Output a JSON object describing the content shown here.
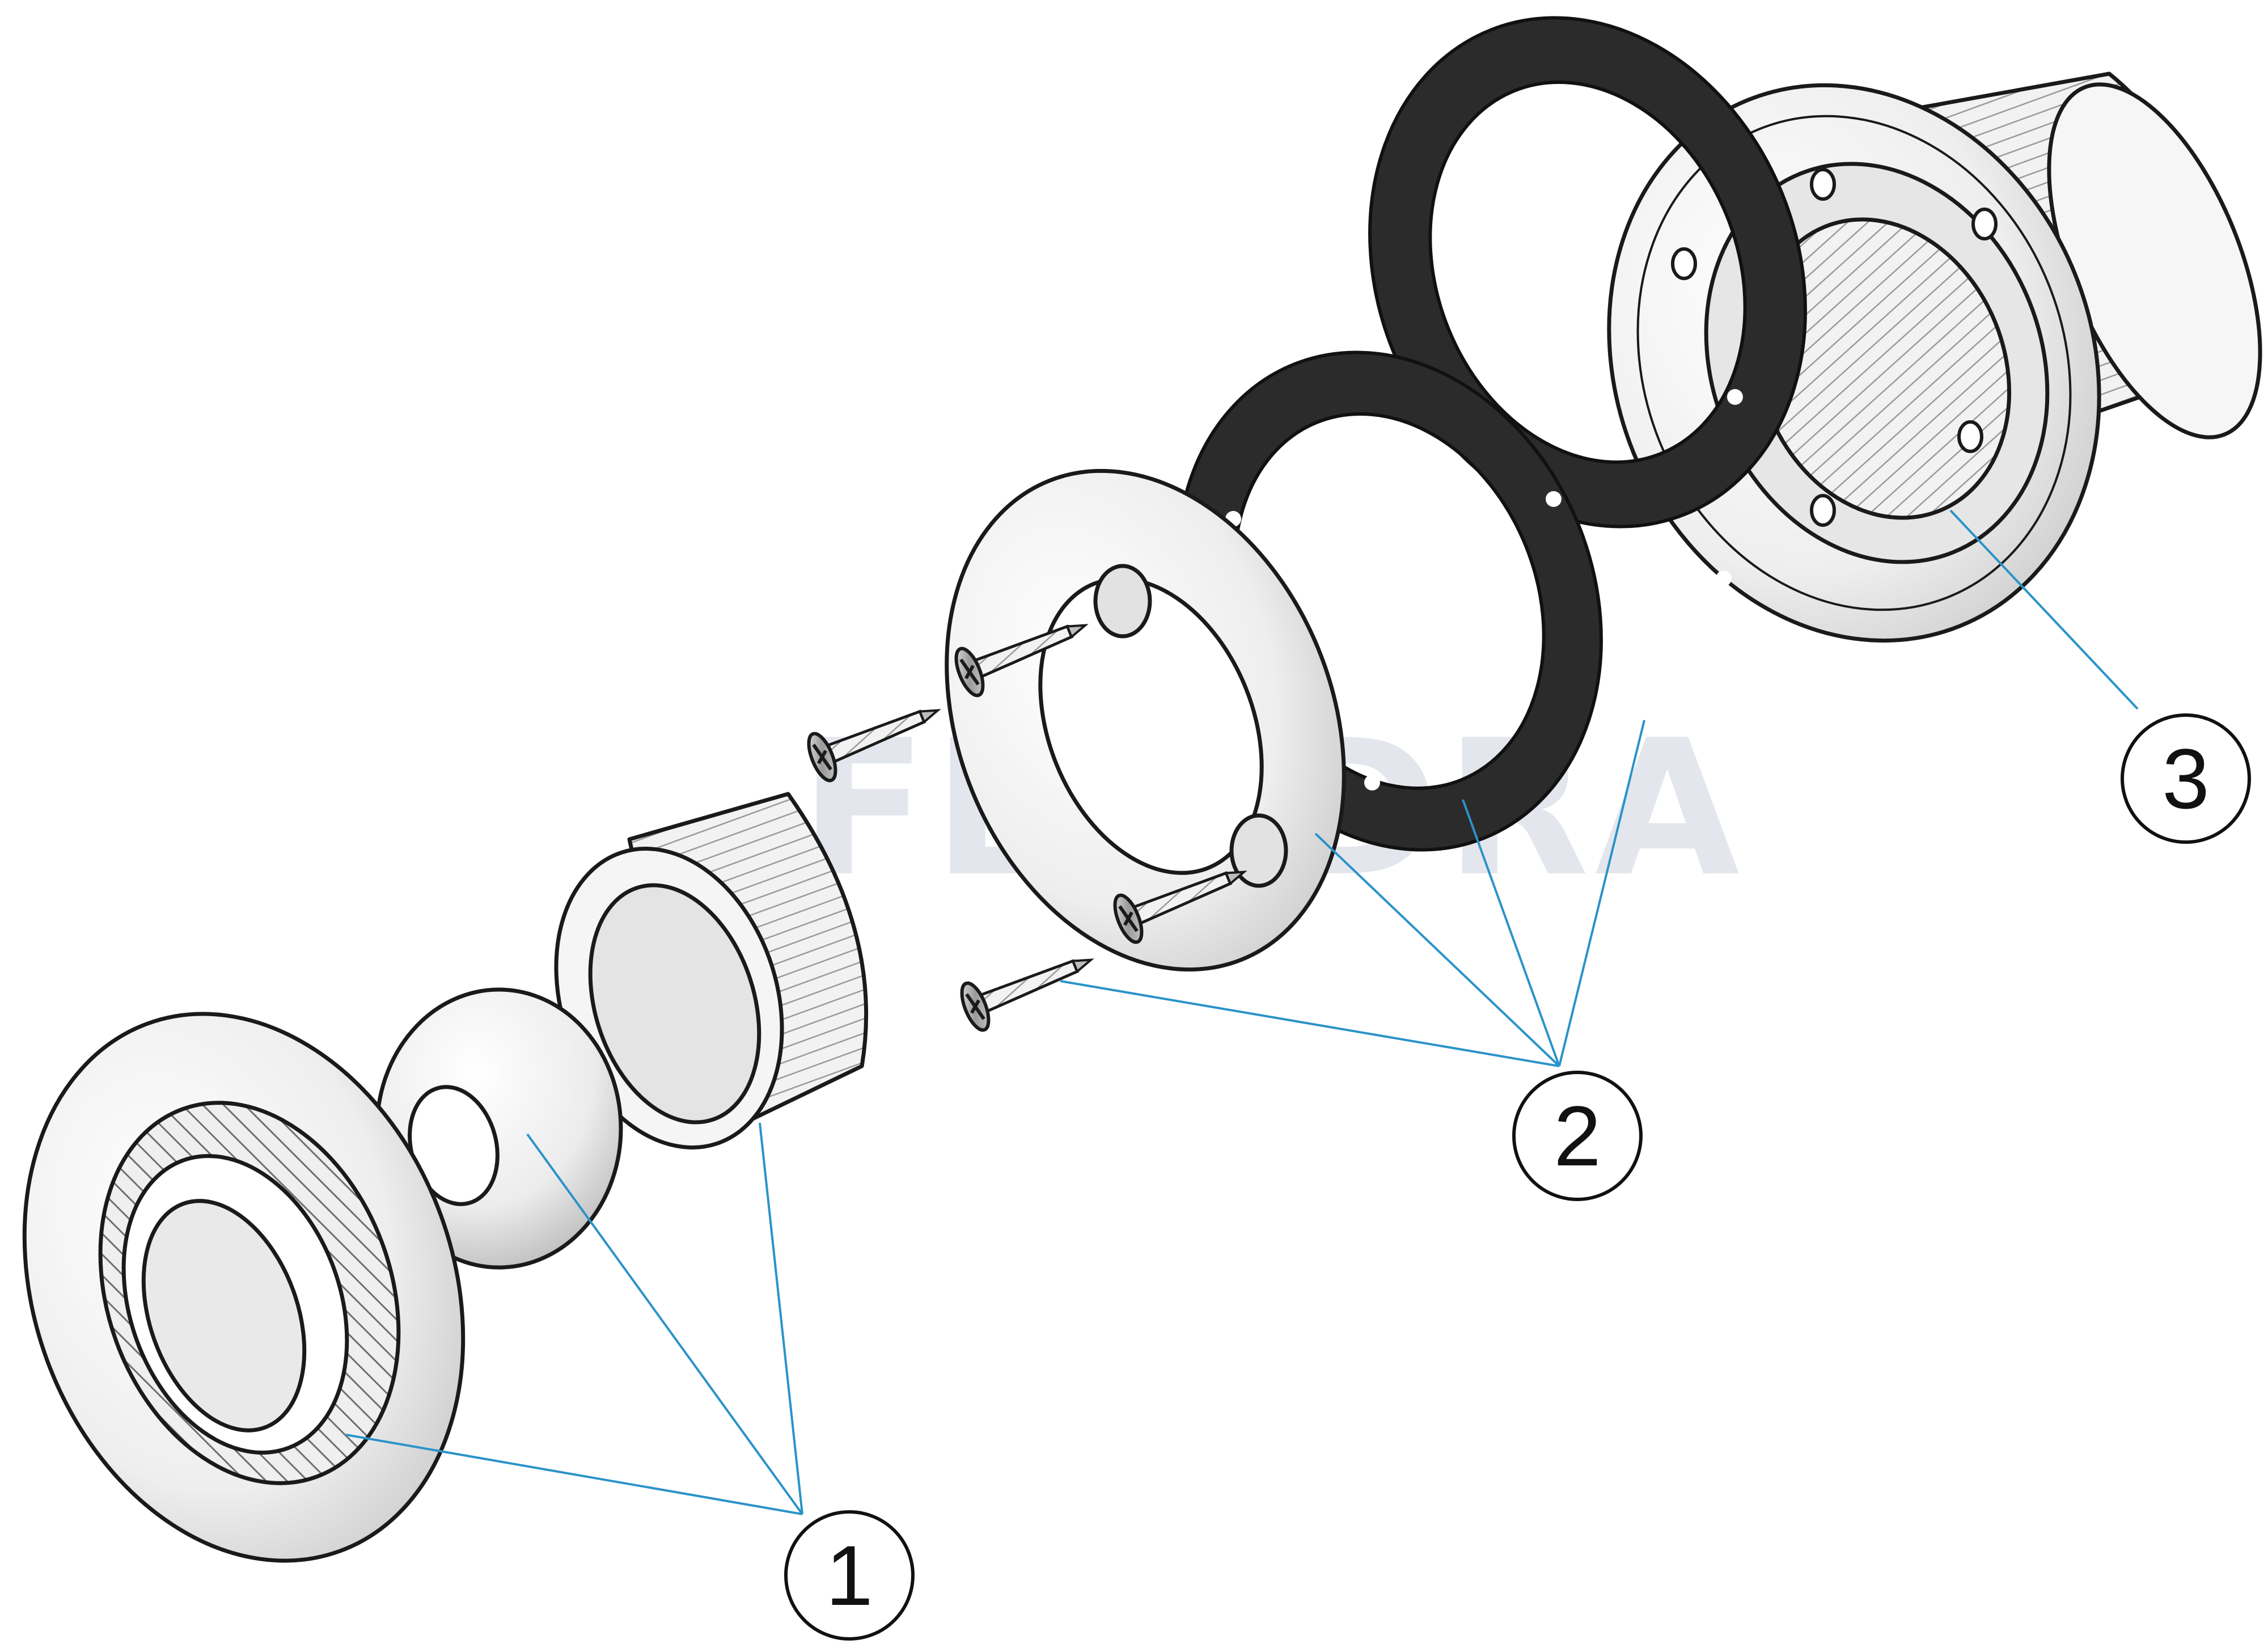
{
  "watermark": "FLUIDRA",
  "callouts": {
    "c1": "1",
    "c2": "2",
    "c3": "3"
  },
  "colors": {
    "leader_line": "#2a93c9",
    "gasket": "#2b2b2b",
    "part_fill": "#f4f4f4",
    "outline": "#1a1a1a"
  }
}
